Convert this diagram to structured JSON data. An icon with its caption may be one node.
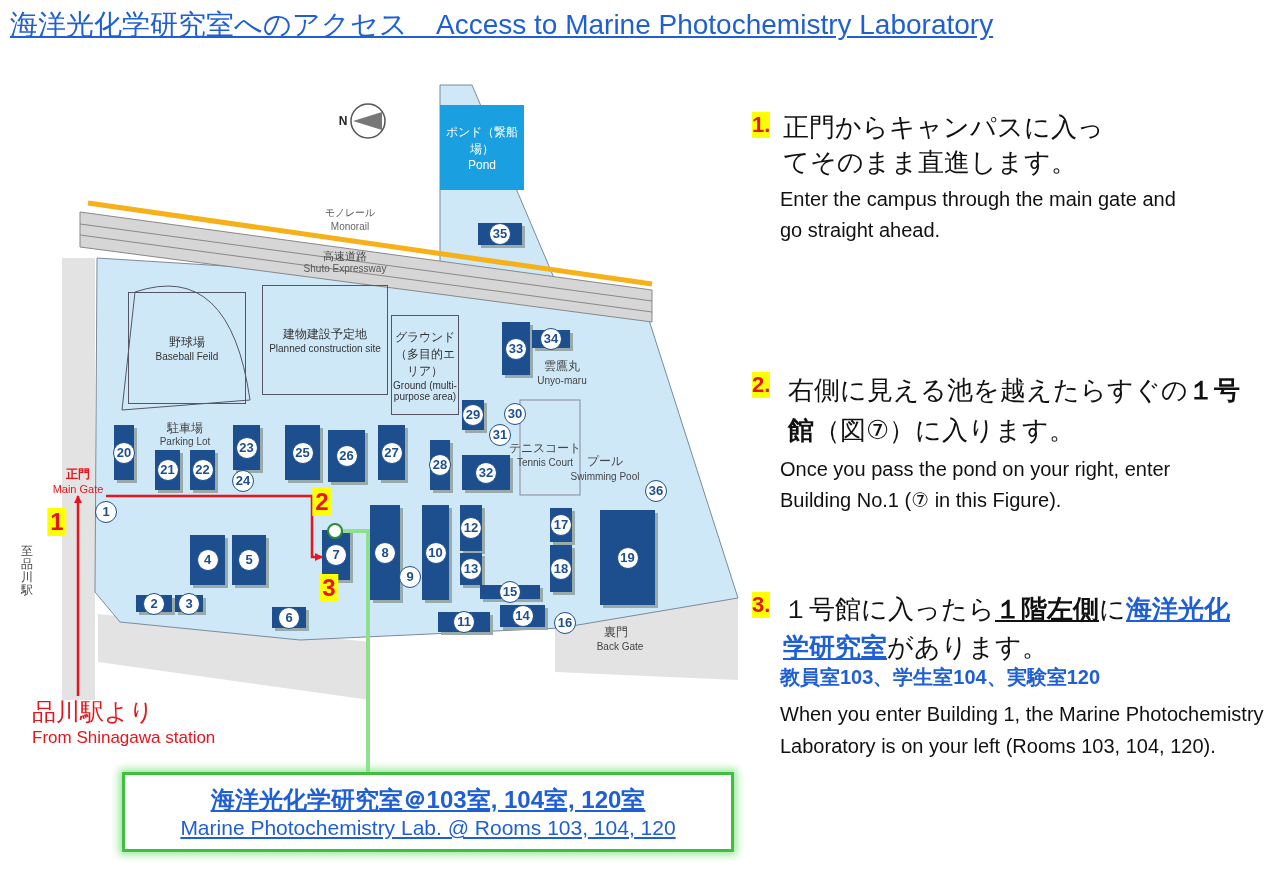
{
  "diagram": {
    "title": "海洋光化学研究室へのアクセス　Access to Marine Photochemistry Laboratory",
    "nodes": [
      {
        "text": [
          "ポンド（繋船場）",
          "Pond"
        ]
      },
      {
        "text": [
          "野球場",
          "Baseball Feild"
        ]
      },
      {
        "text": [
          "建物建設予定地",
          "Planned construction site"
        ]
      },
      {
        "text": [
          "グラウンド（多目的エリア）",
          "Ground (multi-purpose area)"
        ]
      },
      {
        "text": [
          "正門",
          "Main Gate"
        ]
      },
      {
        "text": [
          "品川駅より",
          "From Shinagawa station"
        ]
      },
      {
        "text": [
          "1"
        ]
      },
      {
        "text": [
          "2"
        ]
      },
      {
        "text": [
          "3"
        ]
      },
      {
        "text": [
          "4"
        ]
      },
      {
        "text": [
          "5"
        ]
      },
      {
        "text": [
          "6"
        ]
      },
      {
        "text": [
          "7"
        ]
      },
      {
        "text": [
          "8"
        ]
      },
      {
        "text": [
          "9"
        ]
      },
      {
        "text": [
          "10"
        ]
      },
      {
        "text": [
          "11"
        ]
      },
      {
        "text": [
          "12"
        ]
      },
      {
        "text": [
          "13"
        ]
      },
      {
        "text": [
          "14"
        ]
      },
      {
        "text": [
          "15"
        ]
      },
      {
        "text": [
          "16"
        ]
      },
      {
        "text": [
          "17"
        ]
      },
      {
        "text": [
          "18"
        ]
      },
      {
        "text": [
          "19"
        ]
      },
      {
        "text": [
          "20"
        ]
      },
      {
        "text": [
          "21"
        ]
      },
      {
        "text": [
          "22"
        ]
      },
      {
        "text": [
          "23"
        ]
      },
      {
        "text": [
          "24"
        ]
      },
      {
        "text": [
          "25"
        ]
      },
      {
        "text": [
          "26"
        ]
      },
      {
        "text": [
          "27"
        ]
      },
      {
        "text": [
          "28"
        ]
      },
      {
        "text": [
          "29"
        ]
      },
      {
        "text": [
          "30"
        ]
      },
      {
        "text": [
          "31"
        ]
      },
      {
        "text": [
          "32"
        ]
      },
      {
        "text": [
          "33"
        ]
      },
      {
        "text": [
          "34"
        ]
      },
      {
        "text": [
          "35"
        ]
      },
      {
        "text": [
          "36"
        ]
      },
      {
        "text": [],
        "shape": "circle"
      },
      {
        "text": [
          "海洋光化学研究室＠103室, 104室, 120室",
          "Marine Photochemistry Lab. @ Rooms 103, 104, 120"
        ]
      }
    ],
    "edges": [
      {
        "from": 5,
        "to": 4,
        "arrow": "to"
      },
      {
        "from": 4,
        "to": 12,
        "arrow": "to"
      },
      {
        "from": 43,
        "to": 42,
        "arrow": "none",
        "color": "#8ee08e"
      }
    ],
    "labels": [
      "N",
      "モノレール",
      "Monorail",
      "高速道路",
      "Shuto Expressway",
      "駐車場",
      "Parking Lot",
      "雲鷹丸",
      "Unyo-maru",
      "テニスコート",
      "Tennis Court",
      "プール",
      "Swimming Pool",
      "裏門",
      "Back Gate",
      "至品川駅",
      "1",
      "2",
      "3",
      "1.",
      "正門からキャンパスに入ってそのまま直進します。",
      "Enter the campus through the main gate and go straight ahead.",
      "2.",
      "右側に見える池を越えたらすぐの**１号館**（図⑦）に入ります。",
      "Once you pass the pond on your right, enter Building No.1 (⑦ in this Figure).",
      "3.",
      "１号館に入ったら**１階左側**に**海洋光化学研究室**があります。",
      "教員室103、学生室104、実験室120",
      "When you enter Building 1, the Marine Photochemistry Laboratory is on your left (Rooms 103, 104, 120)."
    ]
  }
}
